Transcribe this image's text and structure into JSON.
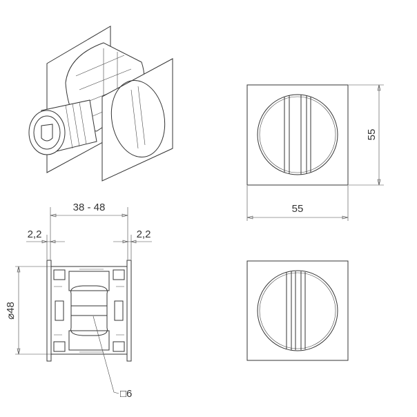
{
  "drawing": {
    "side_view": {
      "width_range_label": "38 - 48",
      "left_plate_label": "2,2",
      "right_plate_label": "2,2",
      "diameter_label": "⌀48",
      "spindle_label": "□6"
    },
    "front_view": {
      "height_label": "55",
      "width_label": "55"
    }
  }
}
